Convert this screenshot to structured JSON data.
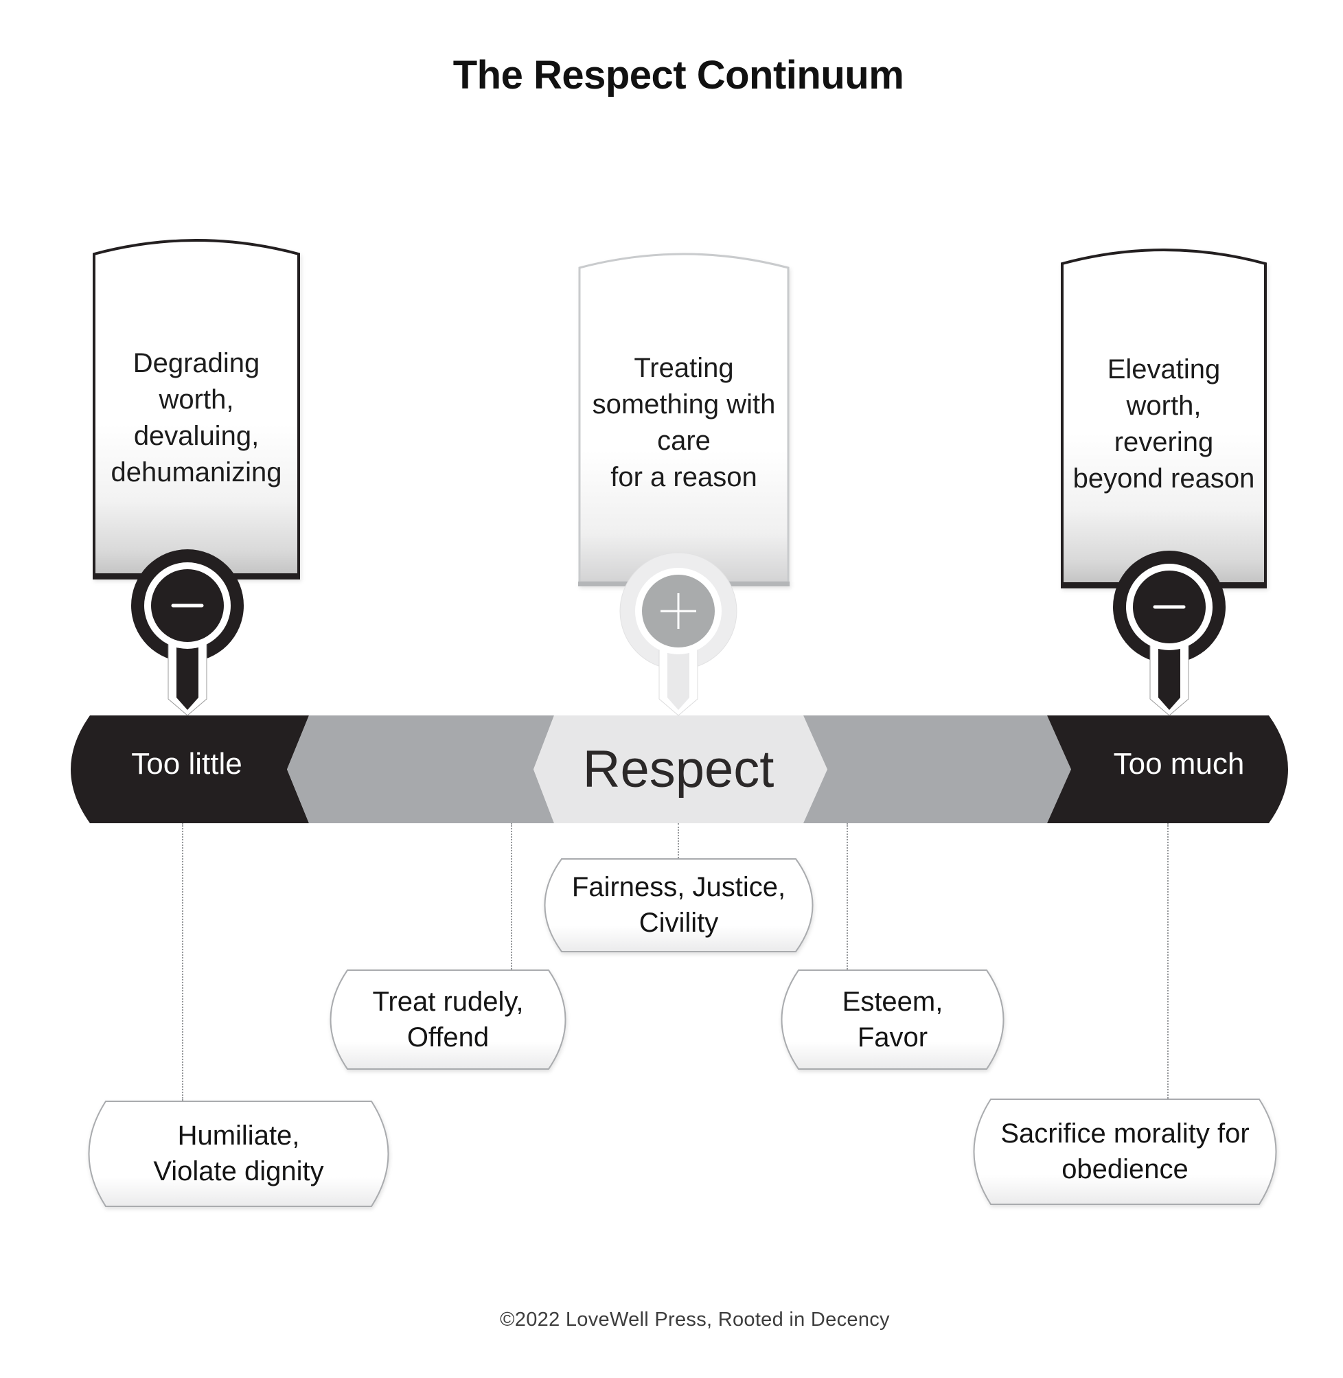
{
  "title": "The Respect Continuum",
  "banners": {
    "left": {
      "lines": [
        "Degrading",
        "worth,",
        "devaluing,",
        "dehumanizing"
      ],
      "sign": "minus"
    },
    "center": {
      "lines": [
        "Treating",
        "something with",
        "care",
        "for a reason"
      ],
      "sign": "plus"
    },
    "right": {
      "lines": [
        "Elevating",
        "worth,",
        "revering",
        "beyond reason"
      ],
      "sign": "minus"
    }
  },
  "bar": {
    "left_label": "Too little",
    "center_label": "Respect",
    "right_label": "Too much"
  },
  "boxes": {
    "fairness": {
      "lines": [
        "Fairness, Justice,",
        "Civility"
      ]
    },
    "treat_rudely": {
      "lines": [
        "Treat rudely,",
        "Offend"
      ]
    },
    "esteem": {
      "lines": [
        "Esteem,",
        "Favor"
      ]
    },
    "humiliate": {
      "lines": [
        "Humiliate,",
        "Violate dignity"
      ]
    },
    "sacrifice": {
      "lines": [
        "Sacrifice morality for",
        "obedience"
      ]
    }
  },
  "footer": "©2022 LoveWell Press, Rooted in Decency",
  "colors": {
    "black": "#231f20",
    "gray_mid": "#a7a9ac",
    "gray_light": "#e7e7e8",
    "banner_border_light": "#c9cbcd",
    "banner_bottom_light": "#b4b6b8",
    "box_border": "#a9abae",
    "dotted": "#96989b",
    "text_dark": "#1c1c1c",
    "bar_text_light": "#ffffff",
    "respect_text": "#2b2828",
    "footer_text": "#3d3d3d",
    "icon_inner_gray": "#a9abac",
    "icon_outer_light": "#ededee"
  }
}
